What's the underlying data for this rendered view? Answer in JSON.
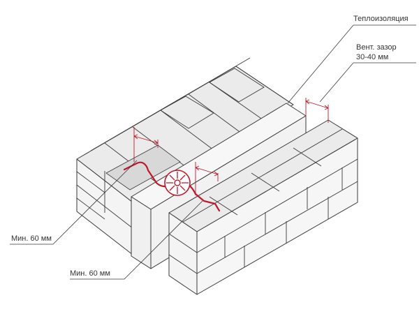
{
  "labels": {
    "insulation": "Теплоизоляция",
    "air_gap_line1": "Вент. зазор",
    "air_gap_line2": "30-40 мм",
    "min_depth_1": "Мин. 60 мм",
    "min_depth_2": "Мин. 60 мм"
  },
  "colors": {
    "outline": "#3a3a3a",
    "brick_face": "#f4f4f4",
    "brick_top": "#ebebeb",
    "cavity": "#d8d8d8",
    "insulation_face": "#f0f0f0",
    "accent_red": "#c0182b"
  },
  "icons": {
    "wall_tie": "wall-tie-icon",
    "drip_disc": "drip-disc-icon"
  }
}
